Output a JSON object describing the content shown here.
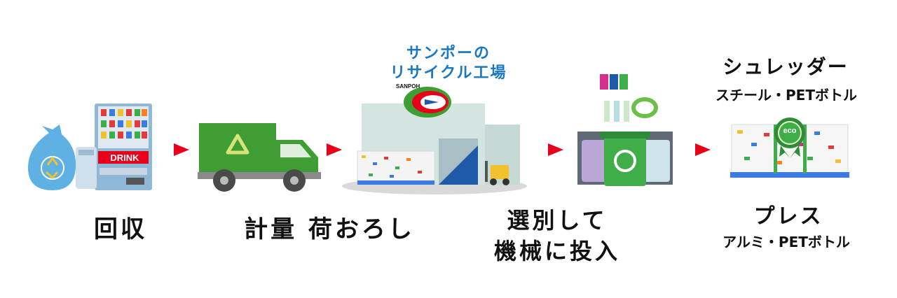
{
  "factory": {
    "title_line1": "サンポーの",
    "title_line2": "リサイクル工場",
    "logo_text": "SANPOH"
  },
  "steps": [
    {
      "label": "回収",
      "machine_text": "DRINK"
    },
    {
      "label": "計量 荷おろし"
    },
    {
      "label_line1": "選別して",
      "label_line2": "機械に投入"
    },
    {
      "title": "シュレッダー",
      "subtitle": "スチール・PETボトル",
      "badge": "eco"
    },
    {
      "title": "プレス",
      "subtitle": "アルミ・PETボトル"
    }
  ],
  "colors": {
    "arrow": "#e8001a",
    "brand_blue": "#1a78c2",
    "truck_green": "#3f9e33",
    "bin_green": "#3fae49"
  }
}
